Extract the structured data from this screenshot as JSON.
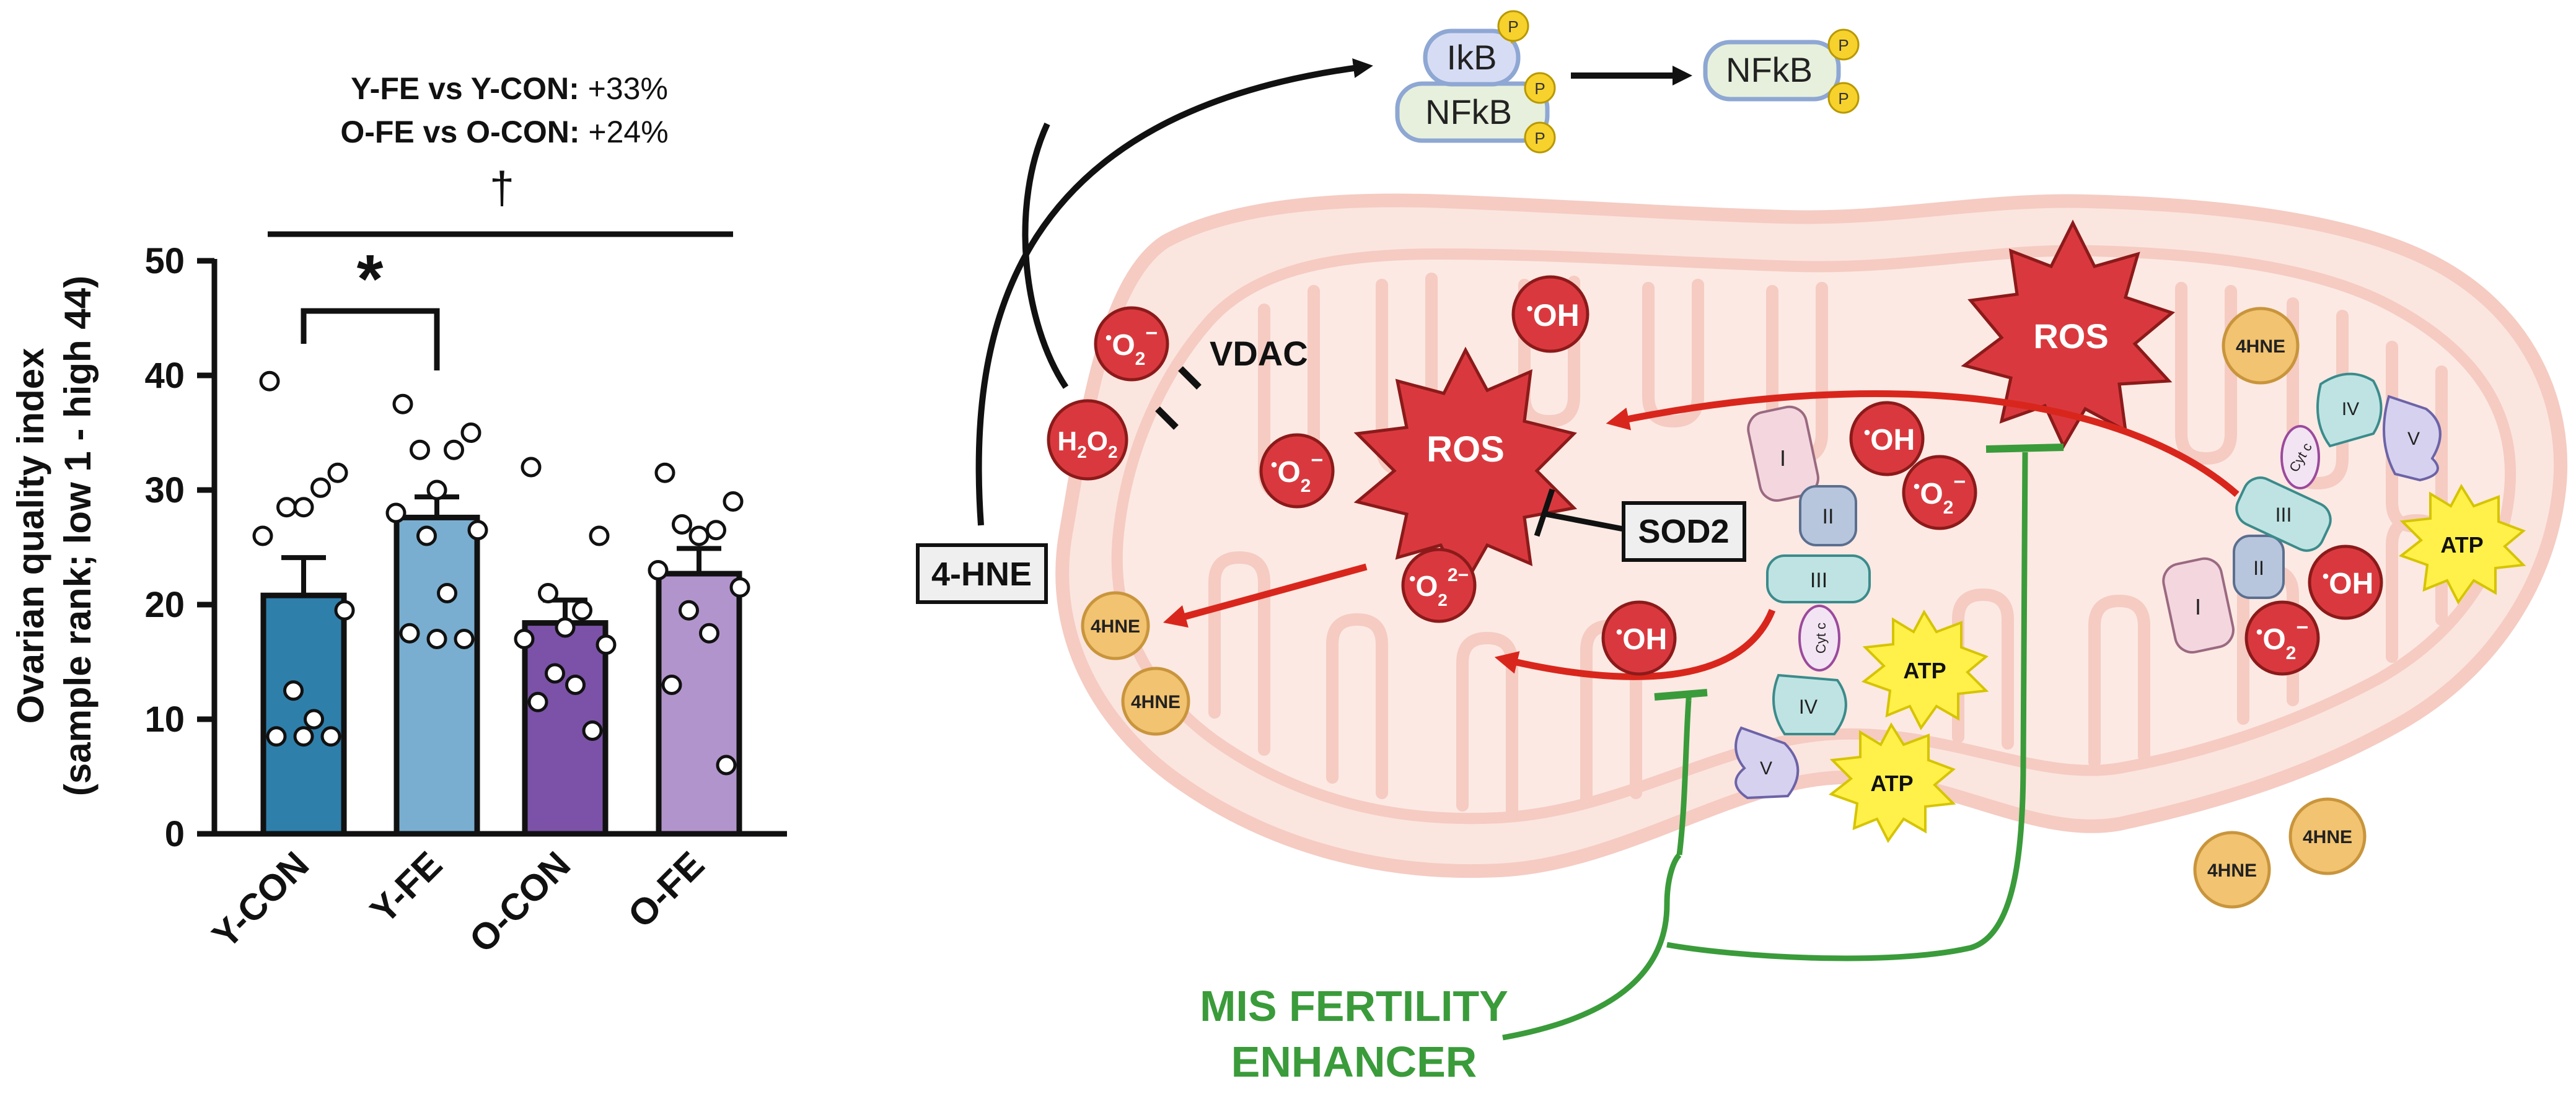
{
  "chart_data": {
    "type": "bar",
    "categories": [
      "Y-CON",
      "Y-FE",
      "O-CON",
      "O-FE"
    ],
    "values": [
      20.8,
      27.6,
      18.4,
      22.7
    ],
    "errors": [
      3.3,
      1.8,
      2.0,
      2.2
    ],
    "colors": [
      "#2f7fab",
      "#79aed0",
      "#7b52a8",
      "#b294cc"
    ],
    "points": [
      [
        39.5,
        31.5,
        28.5,
        30.2,
        28.5,
        26.0,
        19.5,
        12.5,
        10.0,
        8.5,
        8.5,
        8.5
      ],
      [
        37.5,
        35.0,
        33.5,
        33.5,
        30.0,
        28.0,
        26.5,
        26.0,
        21.0,
        17.5,
        17.0,
        17.0
      ],
      [
        32.0,
        26.0,
        21.0,
        19.5,
        18.0,
        17.0,
        16.5,
        14.0,
        13.0,
        11.5,
        9.0
      ],
      [
        31.5,
        29.0,
        27.0,
        26.5,
        26.0,
        23.0,
        21.5,
        19.5,
        17.5,
        13.0,
        6.0
      ]
    ],
    "xlabel": "",
    "ylabel_line1": "Ovarian quality index",
    "ylabel_line2": "(sample rank; low 1 - high 44)",
    "yticks": [
      "0",
      "10",
      "20",
      "30",
      "40",
      "50"
    ],
    "ylim": [
      0,
      50
    ],
    "annotations": {
      "line1_bold": "Y-FE vs Y-CON:",
      "line1_value": " +33%",
      "line2_bold": "O-FE vs O-CON:",
      "line2_value": " +24%",
      "dagger": "†",
      "star": "*"
    }
  },
  "diagram": {
    "ikb": "IkB",
    "nfkb": "NFkB",
    "phospho": "P",
    "vdac": "VDAC",
    "four_hne_box": "4-HNE",
    "sod2": "SOD2",
    "ros": "ROS",
    "oh": "OH",
    "o2": "O",
    "h2o2": "H",
    "h2o2_mid": "O",
    "sub2": "2",
    "minus": "−",
    "two_minus": "2−",
    "radical_dot": "•",
    "four_hne_small": "4HNE",
    "atp": "ATP",
    "cytc": "Cyt c",
    "complex_1": "I",
    "complex_2": "II",
    "complex_3": "III",
    "complex_4": "IV",
    "complex_5": "V",
    "enhancer_line1": "MIS FERTILITY",
    "enhancer_line2": "ENHANCER"
  },
  "colors": {
    "red_arrow": "#d9261c",
    "green": "#3a9b3a",
    "mito_fill": "#fbe5df",
    "mito_stroke": "#f5cbc2",
    "radical": "#d9393e",
    "hne": "#f2c370",
    "atp": "#fff04a"
  }
}
